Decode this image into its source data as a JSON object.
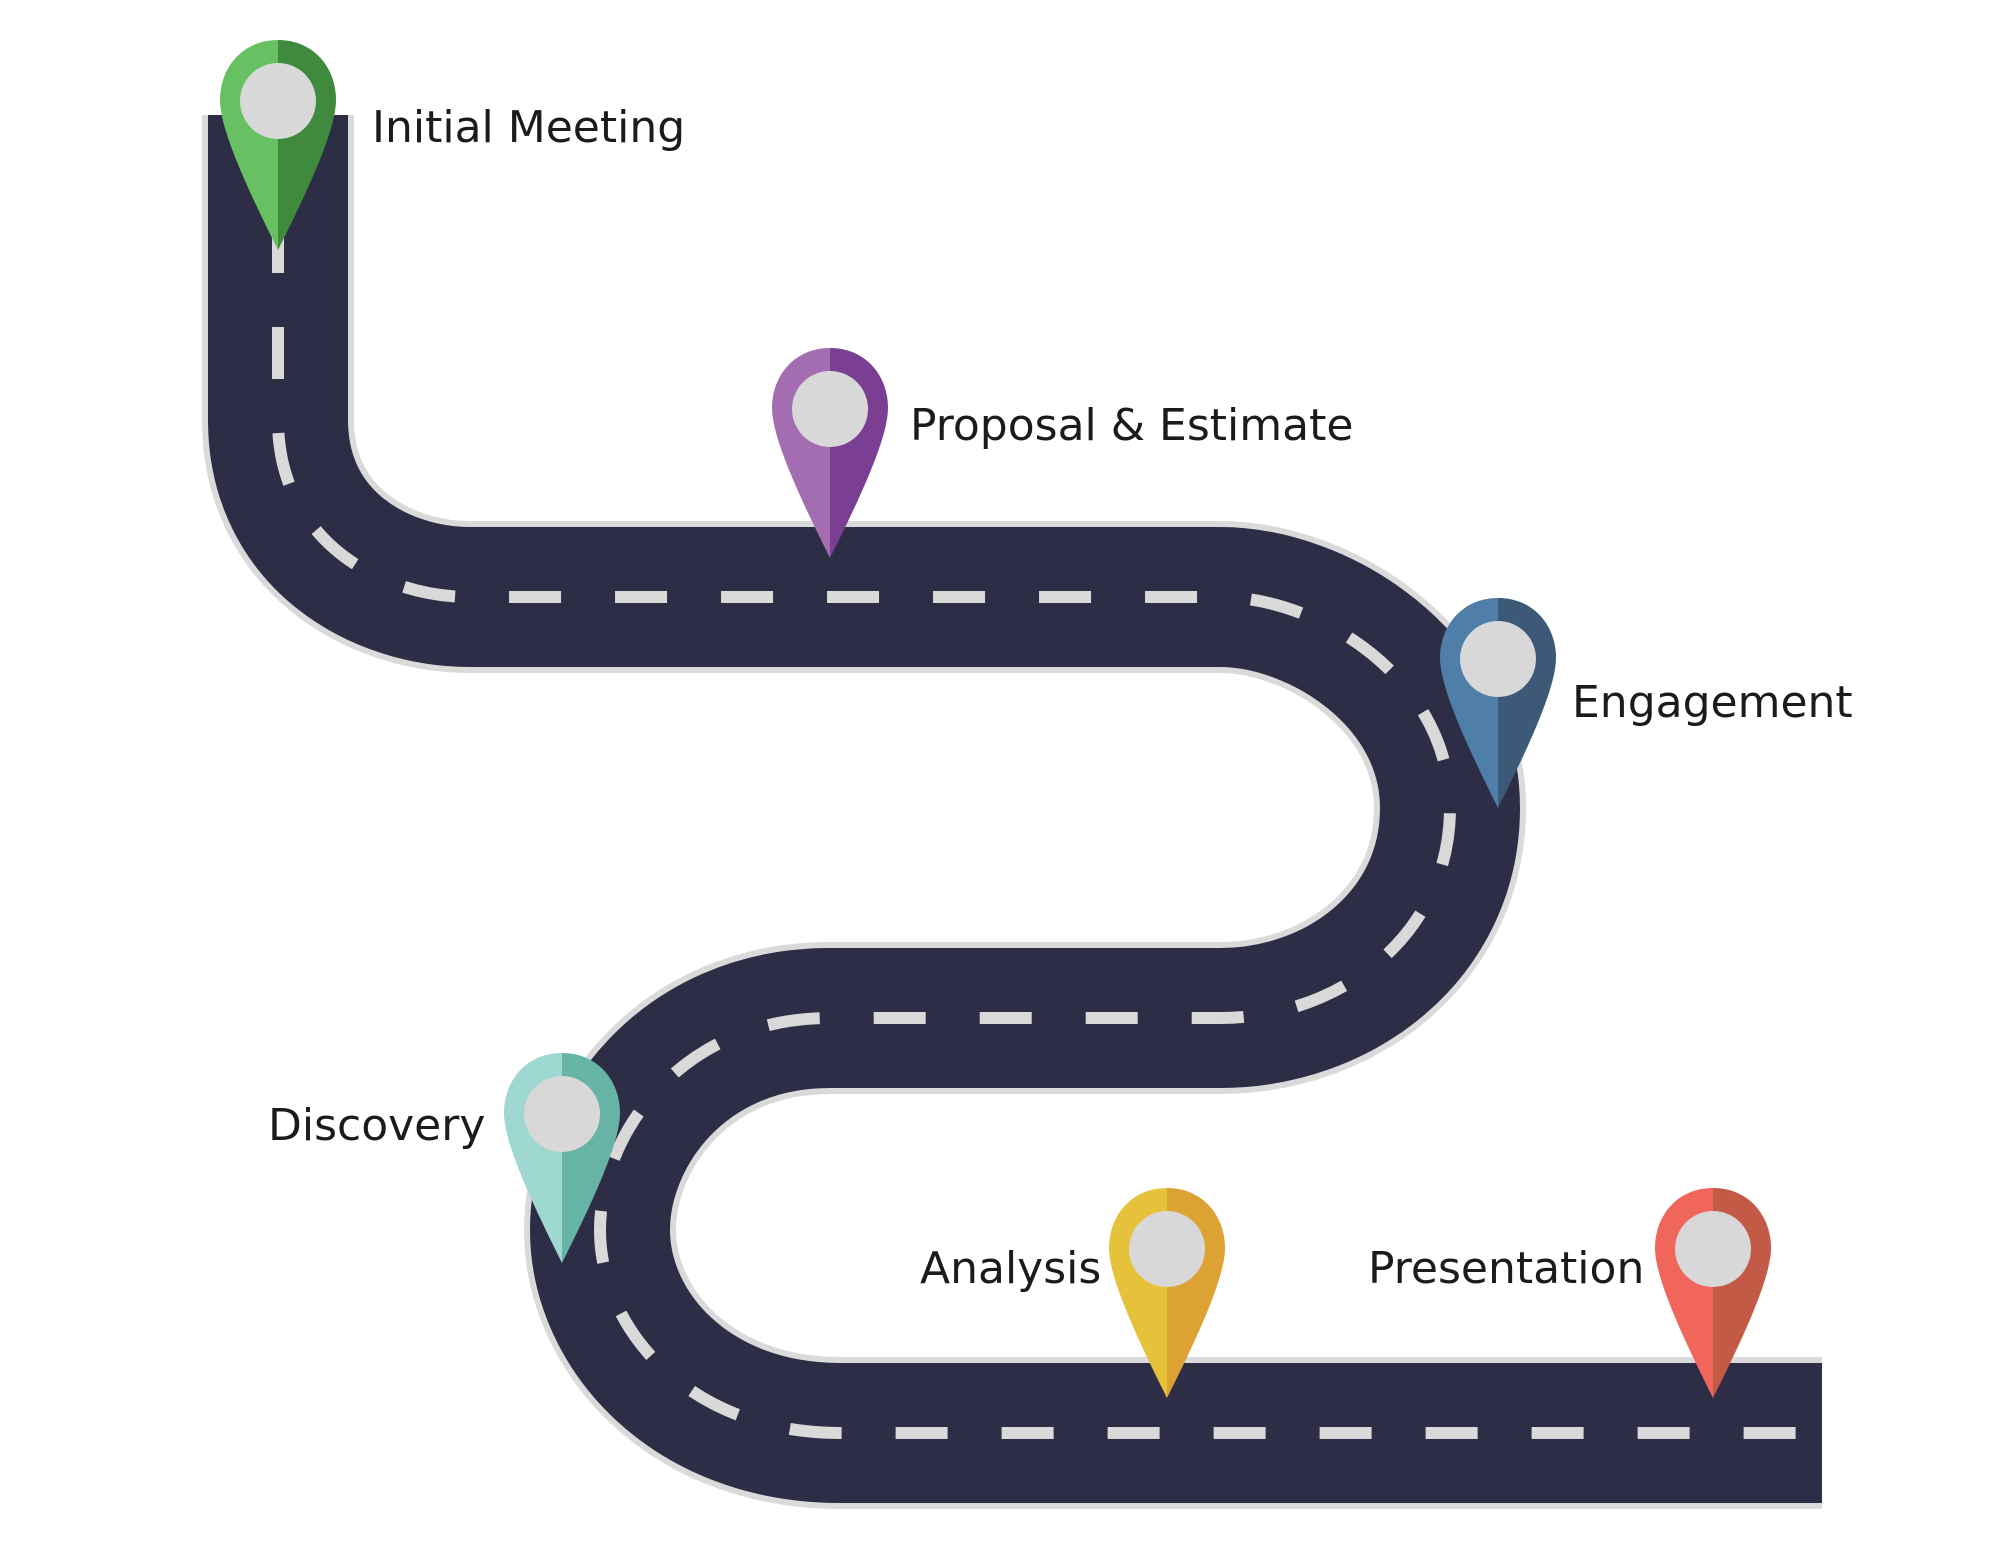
{
  "stages": [
    {
      "label": "Initial Meeting",
      "icon": "map-pin-icon",
      "color_light": "#67c062",
      "color_dark": "#3f8a3d"
    },
    {
      "label": "Proposal & Estimate",
      "icon": "map-pin-icon",
      "color_light": "#a46db1",
      "color_dark": "#7a3f93"
    },
    {
      "label": "Engagement",
      "icon": "map-pin-icon",
      "color_light": "#4f7ea8",
      "color_dark": "#3c5a78"
    },
    {
      "label": "Discovery",
      "icon": "map-pin-icon",
      "color_light": "#9fd8d1",
      "color_dark": "#67b3a5"
    },
    {
      "label": "Analysis",
      "icon": "map-pin-icon",
      "color_light": "#e6c23a",
      "color_dark": "#dca233"
    },
    {
      "label": "Presentation",
      "icon": "map-pin-icon",
      "color_light": "#f0665a",
      "color_dark": "#c35a45"
    }
  ],
  "colors": {
    "road": "#2d2d46",
    "road_edge": "#dadada",
    "lane_marking": "#d9d9d9",
    "pin_center": "#d8d8d8"
  }
}
